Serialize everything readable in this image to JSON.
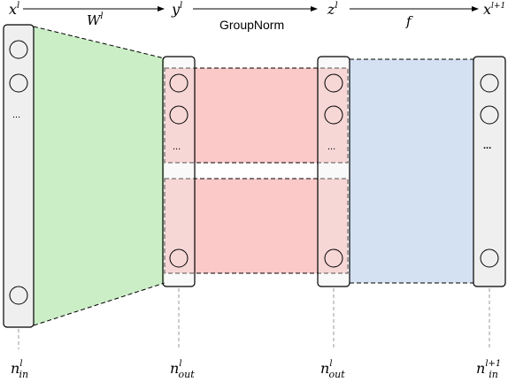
{
  "top_labels": {
    "x_l": "x",
    "x_l_sup": "l",
    "w_l": "W",
    "w_l_sup": "l",
    "y_l": "y",
    "y_l_sup": "l",
    "groupnorm": "GroupNorm",
    "z_l": "z",
    "z_l_sup": "l",
    "f": "f",
    "x_l1": "x",
    "x_l1_sup": "l+1"
  },
  "ellipsis": "...",
  "bottom_labels": {
    "n_in_l": {
      "base": "n",
      "sup": "l",
      "sub": "in"
    },
    "n_out_l_1": {
      "base": "n",
      "sup": "l",
      "sub": "out"
    },
    "n_out_l_2": {
      "base": "n",
      "sup": "l",
      "sub": "out"
    },
    "n_in_l1": {
      "base": "n",
      "sup": "l+1",
      "sub": "in"
    }
  },
  "colors": {
    "green_fill": "#cbeec6",
    "red_fill": "#fcc9c9",
    "blue_fill": "#d4e1f3",
    "column_fill": "#efefef",
    "stroke": "#000000",
    "guide": "#9a9a9a"
  }
}
